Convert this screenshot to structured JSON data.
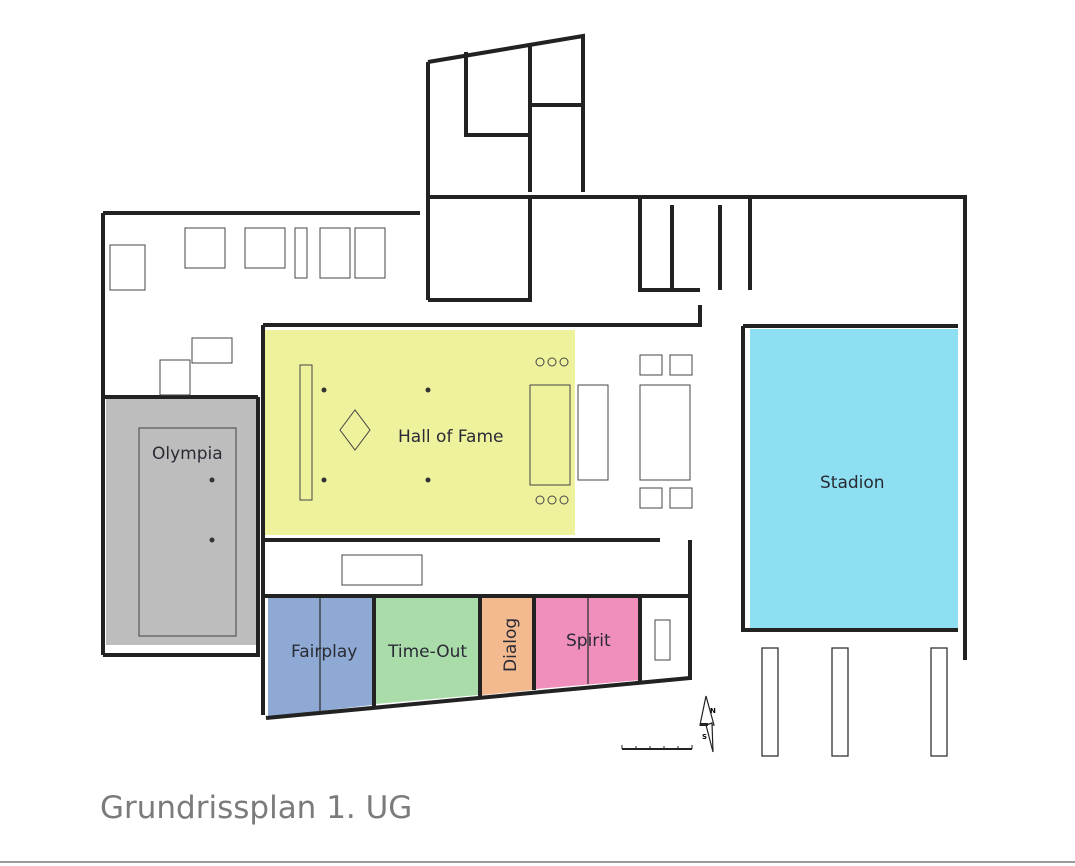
{
  "title": "Grundrissplan 1. UG",
  "rooms": [
    {
      "name": "Olympia",
      "color": "#bdbdbe"
    },
    {
      "name": "Hall of Fame",
      "color": "#eef29c"
    },
    {
      "name": "Stadion",
      "color": "#8ddff1"
    },
    {
      "name": "Fairplay",
      "color": "#8eaad4"
    },
    {
      "name": "Time-Out",
      "color": "#aadcaa"
    },
    {
      "name": "Dialog",
      "color": "#f2ba8e"
    },
    {
      "name": "Spirit",
      "color": "#f08fbc"
    }
  ],
  "compass": {
    "north": "N",
    "south": "S"
  }
}
